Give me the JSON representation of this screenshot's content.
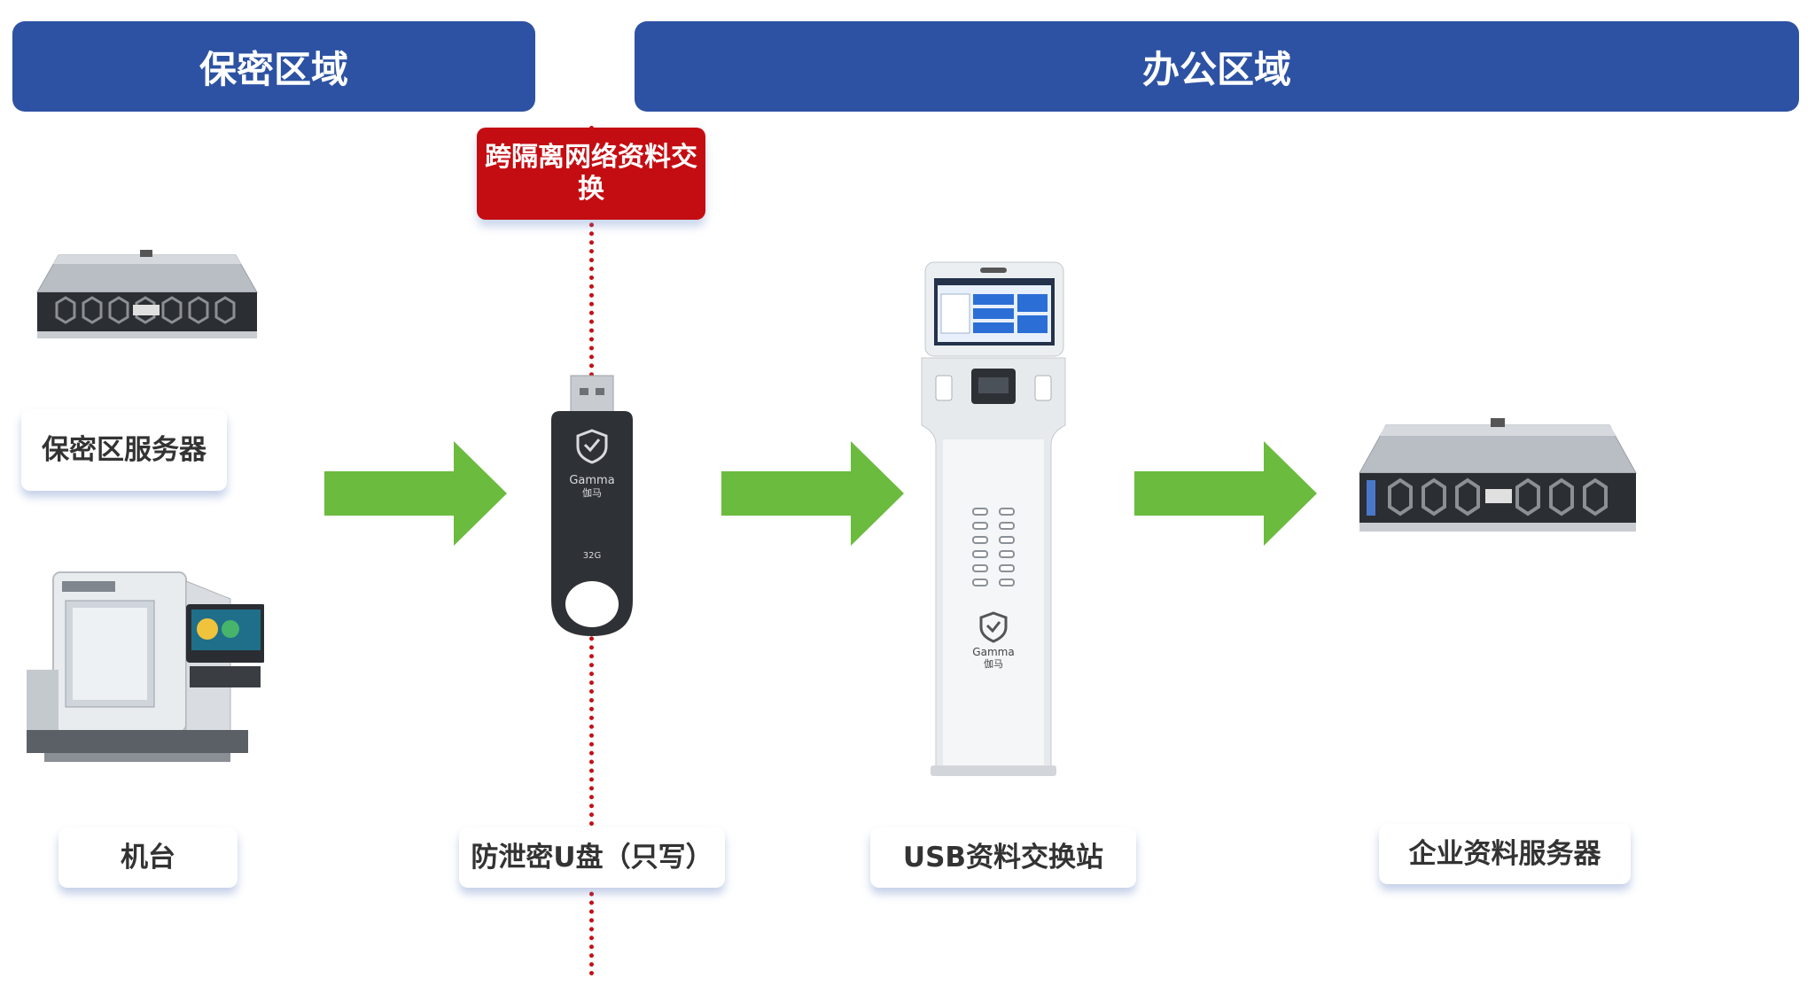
{
  "zones": {
    "secret": "保密区域",
    "office": "办公区域"
  },
  "exchange_label": "跨隔离网络资料交换",
  "labels": {
    "secret_server": "保密区服务器",
    "machine": "机台",
    "usb_drive": "防泄密U盘（只写）",
    "usb_station": "USB资料交换站",
    "enterprise_server": "企业资料服务器"
  },
  "usb_brand": {
    "name": "Gamma",
    "cn": "伽马",
    "capacity": "32G"
  },
  "colors": {
    "zone_header": "#2d52a3",
    "exchange_box": "#c40d12",
    "divider": "#c41016",
    "arrow": "#6bbb3e"
  }
}
